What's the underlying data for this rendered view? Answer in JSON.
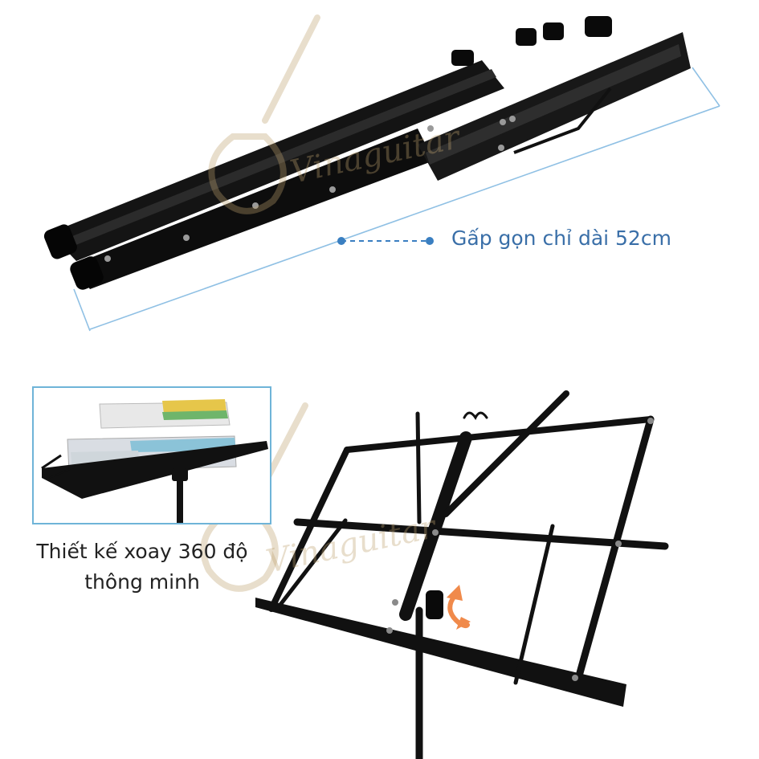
{
  "captions": {
    "folded_length": "Gấp gọn chỉ dài 52cm",
    "rotate_line1": "Thiết kế xoay 360 độ",
    "rotate_line2": "thông minh"
  },
  "watermark": {
    "text": "Vinaguitar"
  },
  "colors": {
    "measure_line": "#3a7fc1",
    "caption_blue": "#3a6fa8",
    "inset_border": "#6fb4d8",
    "rotate_arrow": "#f08a4b",
    "stand_metal": "#111111"
  },
  "icons": {
    "rotate": "rotate-arrow-icon",
    "watermark_logo": "guitar-logo-icon"
  }
}
